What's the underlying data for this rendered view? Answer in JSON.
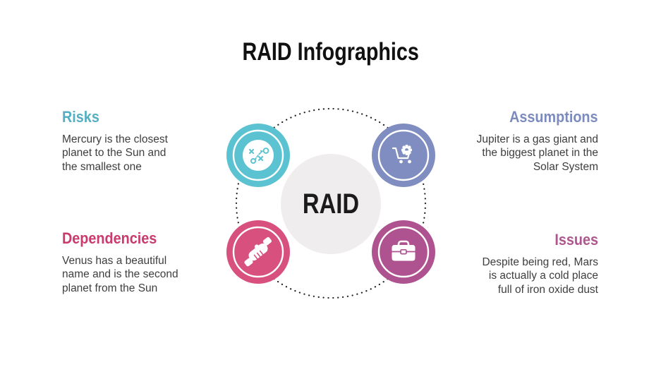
{
  "title": "RAID Infographics",
  "center": {
    "label": "RAID"
  },
  "colors": {
    "teal_circle": "#5bc2d1",
    "purple_circle": "#7f8dc0",
    "pink_circle": "#d8507d",
    "plum_circle": "#af5390",
    "risks_heading": "#54afc2",
    "assumptions_heading": "#7c8bbe",
    "dependencies_heading": "#ca3a6d",
    "issues_heading": "#b0568f",
    "center_circle_bg": "#efedee",
    "body_text": "#3e3e3e",
    "dotted_ring": "#1f1f1f"
  },
  "sections": [
    {
      "id": "risks",
      "label": "Risks",
      "icon": "strategy-icon",
      "description": "Mercury is the closest\nplanet to the Sun and\nthe smallest one"
    },
    {
      "id": "assumptions",
      "label": "Assumptions",
      "icon": "cart-gear-icon",
      "description": "Jupiter is a gas giant and\nthe biggest planet in the\nSolar System"
    },
    {
      "id": "dependencies",
      "label": "Dependencies",
      "icon": "handshake-icon",
      "description": "Venus has a beautiful\nname and is the second\nplanet from the Sun"
    },
    {
      "id": "issues",
      "label": "Issues",
      "icon": "briefcase-icon",
      "description": "Despite being red, Mars\nis actually a cold place\nfull of iron oxide dust"
    }
  ]
}
